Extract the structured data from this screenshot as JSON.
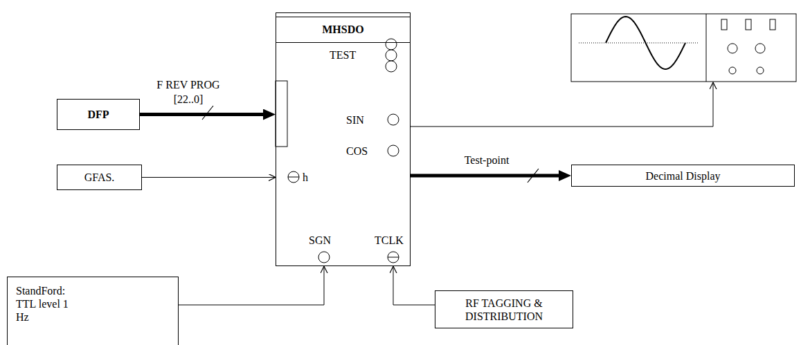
{
  "diagram": {
    "nodes": [
      {
        "text": [
          "MHSDO"
        ]
      },
      {
        "text": [
          "DFP"
        ]
      },
      {
        "text": [
          "GFAS."
        ]
      },
      {
        "text": [
          "Decimal Display"
        ]
      },
      {
        "text": [
          "StandFord: TTL level 1 Hz"
        ]
      },
      {
        "text": [
          "RF TAGGING & DISTRIBUTION"
        ]
      }
    ],
    "edges": [
      {
        "from": 1,
        "to": 0,
        "arrow": "to",
        "label": "F REV PROG [22..0]"
      },
      {
        "from": 2,
        "to": 0,
        "arrow": "to"
      },
      {
        "from": 0,
        "to": 3,
        "arrow": "to",
        "label": "Test-point"
      },
      {
        "from": 4,
        "to": 0,
        "arrow": "to"
      },
      {
        "from": 5,
        "to": 0,
        "arrow": "to"
      }
    ],
    "labels": [
      "TEST",
      "SIN",
      "COS",
      "h",
      "SGN",
      "TCLK"
    ]
  }
}
